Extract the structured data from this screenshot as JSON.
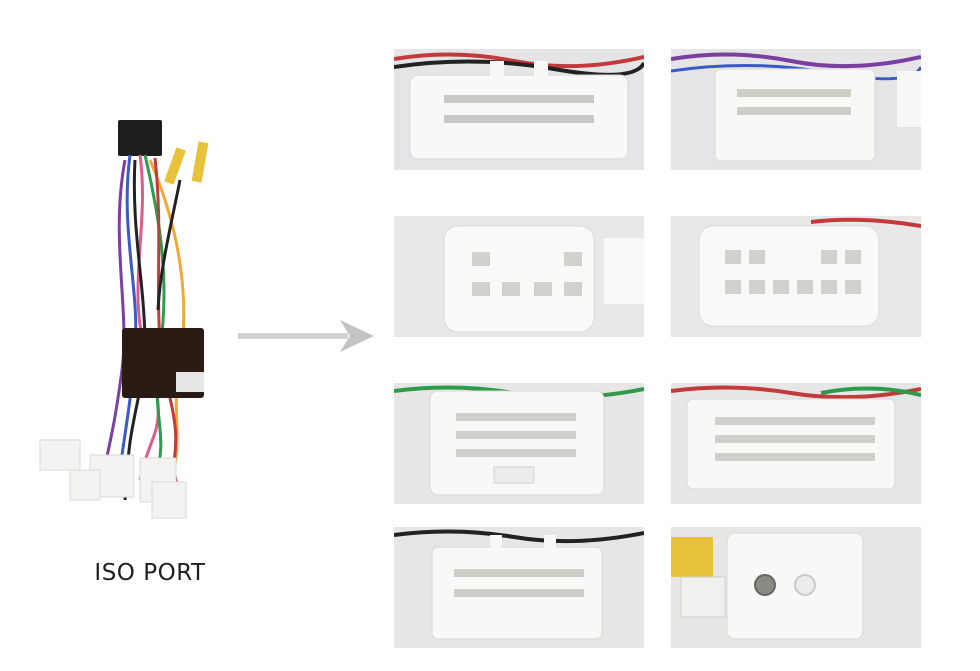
{
  "caption": "ISO PORT",
  "harness_icon": "wire-harness-photo",
  "arrow_icon": "right-arrow-icon",
  "colors": {
    "arrow": "#c9c9c9",
    "connector_body": "#f6f6f4",
    "wire_colors": [
      "#3a5bc7",
      "#e05a8a",
      "#2e9a4c",
      "#f2a73a",
      "#7b3fa0",
      "#222222",
      "#c23a3a"
    ]
  },
  "connectors": [
    {
      "label": "connector-photo-1"
    },
    {
      "label": "connector-photo-2"
    },
    {
      "label": "connector-photo-3"
    },
    {
      "label": "connector-photo-4"
    },
    {
      "label": "connector-photo-5"
    },
    {
      "label": "connector-photo-6"
    },
    {
      "label": "connector-photo-7"
    },
    {
      "label": "connector-photo-8"
    }
  ]
}
